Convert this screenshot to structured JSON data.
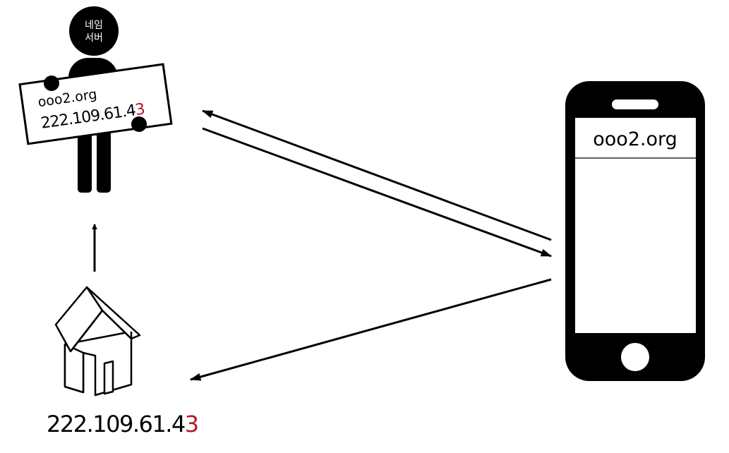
{
  "name_server": {
    "head_label_line1": "네임",
    "head_label_line2": "서버",
    "sign_domain": "ooo2.org",
    "sign_ip_prefix": "222.109.61.4",
    "sign_ip_suffix": "3"
  },
  "phone": {
    "address_bar": "ooo2.org"
  },
  "house": {
    "ip_prefix": "222.109.61.4",
    "ip_suffix": "3"
  },
  "colors": {
    "ink": "#000000",
    "accent": "#b5182b",
    "background": "#ffffff"
  }
}
